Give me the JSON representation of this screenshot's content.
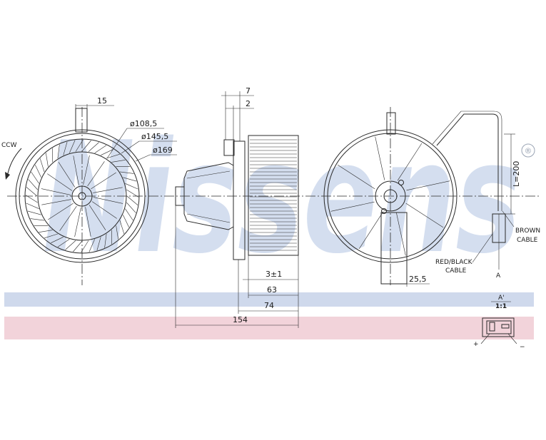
{
  "watermark": {
    "brand": "Nissens",
    "registered": "®",
    "band_top_color": "#cfd9ec",
    "band_bottom_color": "#f2d3da"
  },
  "front_view": {
    "rotation": "CCW",
    "dim_15": "15",
    "dia_inner": "ø108,5",
    "dia_mid": "ø145,5",
    "dia_outer": "ø169"
  },
  "side_view": {
    "dim_7": "7",
    "dim_2": "2",
    "dim_3": "3±1",
    "dim_63": "63",
    "dim_74": "74",
    "dim_154": "154"
  },
  "rear_view": {
    "cable_length": "L=200",
    "brown_cable": [
      "BROWN",
      "CABLE"
    ],
    "red_black_cable": [
      "RED/BLACK",
      "CABLE"
    ],
    "dim_25_5": "25,5",
    "section_mark": "A"
  },
  "connector_detail": {
    "title": "A'",
    "scale": "1:1",
    "plus": "+",
    "minus": "−"
  }
}
